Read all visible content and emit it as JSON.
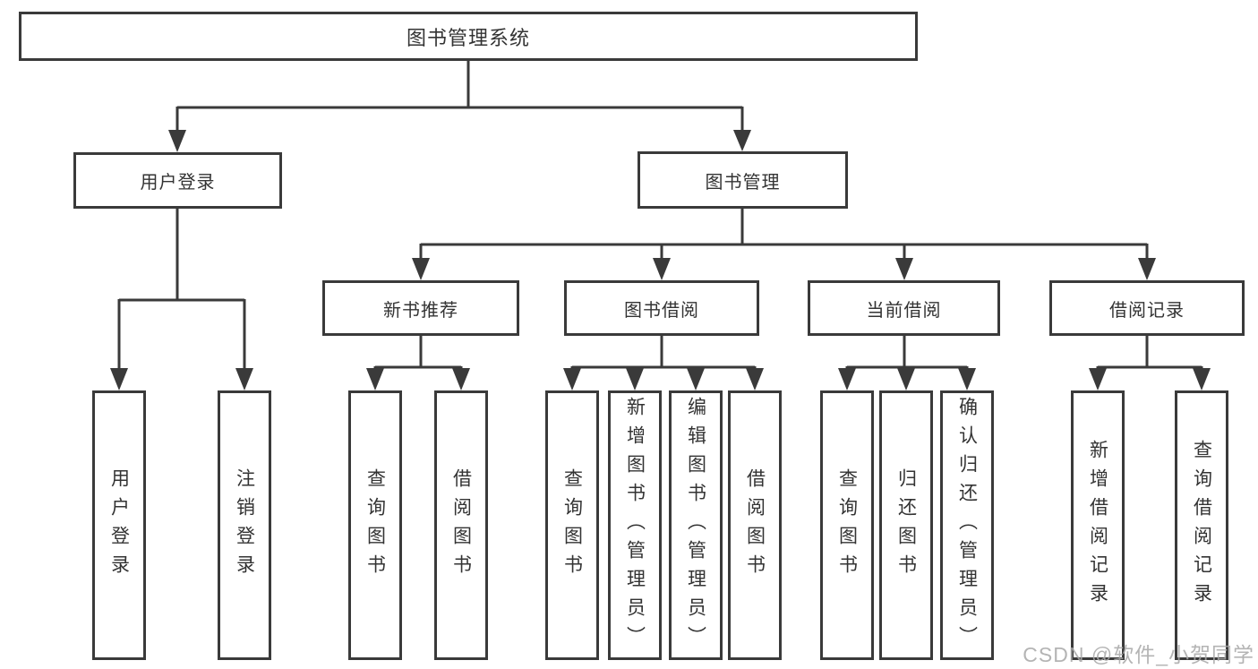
{
  "tree": {
    "root": "图书管理系统",
    "branches": [
      {
        "label": "用户登录",
        "children": [
          "用户登录",
          "注销登录"
        ]
      },
      {
        "label": "图书管理",
        "sections": [
          {
            "label": "新书推荐",
            "children": [
              "查询图书",
              "借阅图书"
            ]
          },
          {
            "label": "图书借阅",
            "children": [
              "查询图书",
              "新增图书（管理员）",
              "编辑图书（管理员）",
              "借阅图书"
            ]
          },
          {
            "label": "当前借阅",
            "children": [
              "查询图书",
              "归还图书",
              "确认归还（管理员）"
            ]
          },
          {
            "label": "借阅记录",
            "children": [
              "新增借阅记录",
              "查询借阅记录"
            ]
          }
        ]
      }
    ]
  },
  "watermark": "CSDN @软件_小贺同学",
  "colors": {
    "line": "#3a3a3a",
    "box_border": "#3a3a3a",
    "box_fill": "#ffffff",
    "text": "#333333",
    "watermark": "#a8a8a8",
    "background": "#ffffff"
  }
}
